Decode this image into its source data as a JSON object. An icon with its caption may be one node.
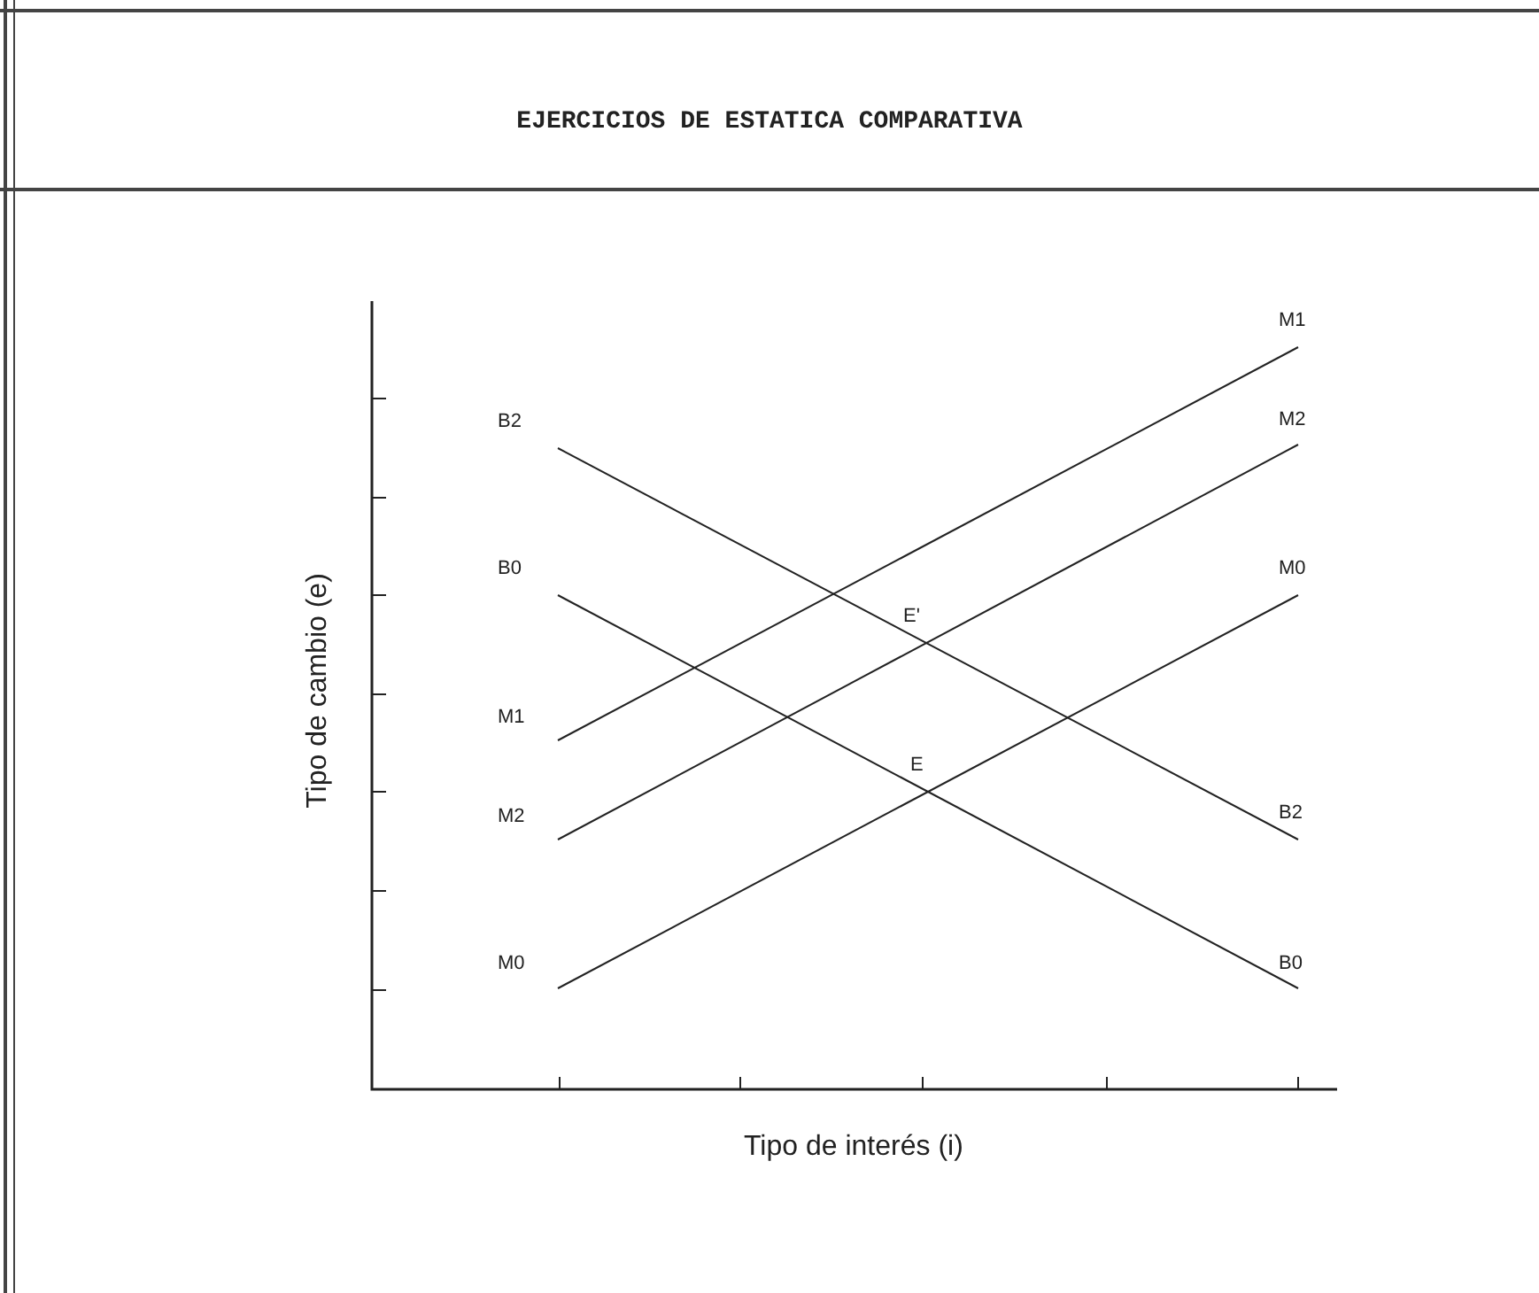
{
  "diagram": {
    "title": "EJERCICIOS DE ESTATICA COMPARATIVA",
    "labels": [
      "M1",
      "B2",
      "M2",
      "B0",
      "M0",
      "E'",
      "M1",
      "E",
      "M2",
      "B2",
      "M0",
      "B0",
      "Tipo de cambio (e)",
      "Tipo de interés (i)"
    ]
  }
}
